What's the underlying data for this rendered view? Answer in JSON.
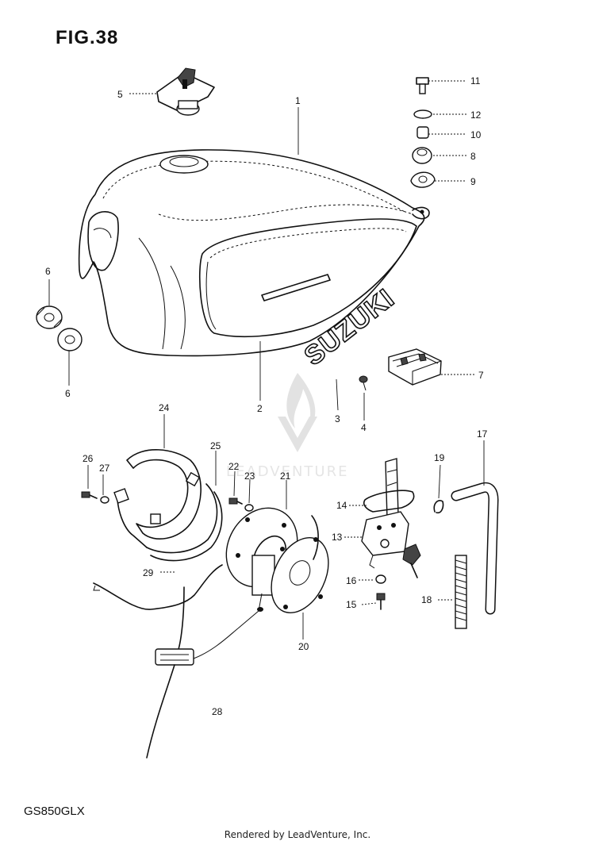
{
  "figure": {
    "title": "FIG.38",
    "model": "GS850GLX",
    "footer": "Rendered by LeadVenture, Inc.",
    "watermark": "LEADVENTURE",
    "emblem_text": "SUZUKI"
  },
  "callouts": [
    "1",
    "2",
    "3",
    "4",
    "5",
    "6",
    "6",
    "7",
    "8",
    "9",
    "10",
    "11",
    "12",
    "13",
    "14",
    "15",
    "16",
    "17",
    "18",
    "19",
    "20",
    "21",
    "22",
    "23",
    "24",
    "25",
    "26",
    "27",
    "28",
    "29"
  ]
}
